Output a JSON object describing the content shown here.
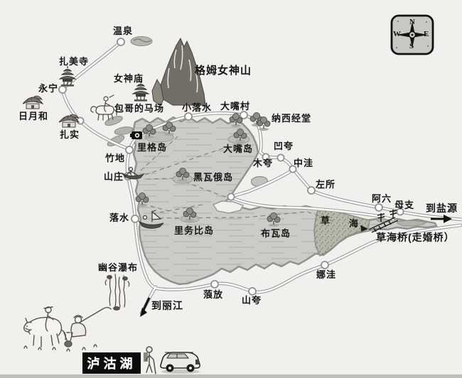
{
  "title": "泸沽湖",
  "compass": {
    "n": "N",
    "e": "E",
    "s": "S",
    "w": "W"
  },
  "labels": {
    "wenquan": "温泉",
    "zhameisi": "扎美寺",
    "nvshenmiao": "女神庙",
    "gemunvshenshan": "格姆女神山",
    "yongning": "永宁",
    "riyuehe": "日月和",
    "zhashi": "扎实",
    "baogedemachang": "包哥的马场",
    "xiaoluoshui": "小落水",
    "dazuicun": "大嘴村",
    "naxijingtang": "纳西经堂",
    "ligedao": "里格岛",
    "dazuidao": "大嘴岛",
    "aokua": "凹夸",
    "mukua": "木夸",
    "zhongwa": "中洼",
    "zuosuo": "左所",
    "zhudi": "竹地",
    "shanzhuang": "山庄",
    "heiwaedao": "黑瓦俄岛",
    "aliu": "阿六",
    "muzhi": "母支",
    "daoyanyuan": "到盐源",
    "cao": "草",
    "hai": "海",
    "caohaiqiao": "草海桥(走婚桥）",
    "buwadao": "布瓦岛",
    "liwubidao": "里务比岛",
    "luoshui": "落水",
    "yougupubu": "幽谷瀑布",
    "daolijiang": "到丽江",
    "langfang": "蒗放",
    "shankua": "山夸",
    "nawa": "娜洼"
  },
  "colors": {
    "background": "#f1f0ec",
    "lake_fill": "#cbcbc7",
    "lake_outline": "#8f8f8b",
    "caohai_fill": "#b7b7a9",
    "road_casing": "#9b9b96",
    "road_fill": "#ffffff",
    "label_text": "#171614",
    "title_bg": "#0c0c0a",
    "title_text": "#ffffff"
  },
  "icons": {
    "compass": "compass-rose-icon",
    "camera": "camera-icon",
    "temple": "temple-icon",
    "house": "house-icon",
    "mountain": "mountain-icon",
    "tree": "tree-icon",
    "boat": "boat-icon",
    "waterfall": "waterfall-icon",
    "horse_rider": "horse-rider-icon",
    "horsemen": "horsemen-illustration",
    "hiker": "hiker-icon",
    "car": "car-icon",
    "bridge": "bridge-icon",
    "arrow_right": "arrow-right-icon",
    "arrow_down_left": "arrow-down-left-icon"
  }
}
